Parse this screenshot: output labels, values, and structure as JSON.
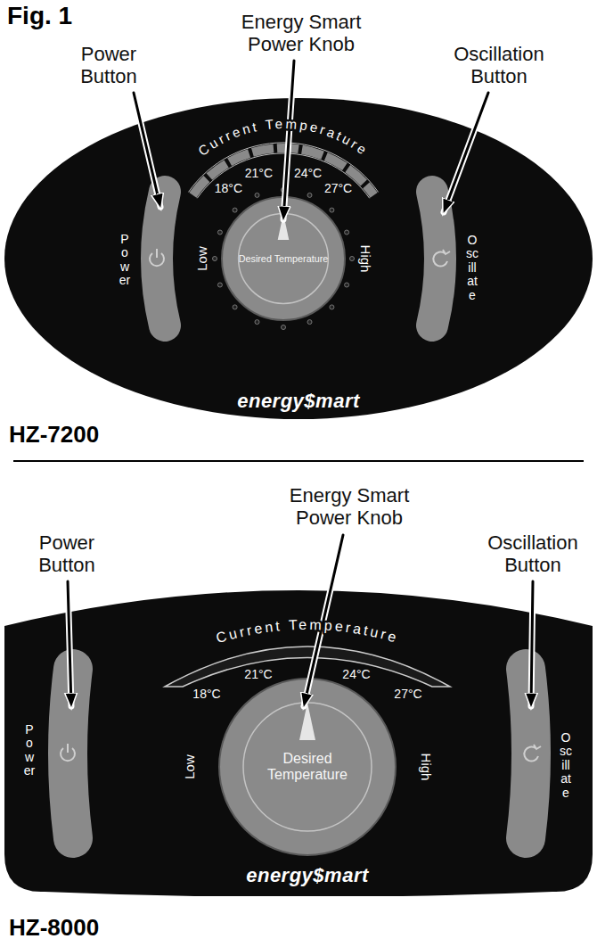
{
  "diagram": {
    "title": "Fig. 1",
    "nodes": [
      {
        "text": [
          "energy$mart"
        ]
      },
      {
        "text": [
          "Desired Temperature"
        ],
        "in": 0
      },
      {
        "text": [
          "energy$mart"
        ]
      },
      {
        "text": [
          "Desired Temperature"
        ],
        "in": 2
      }
    ],
    "labels": [
      "Power Button",
      "Energy Smart Power Knob",
      "Oscillation Button",
      "Current Temperature",
      "18°C",
      "21°C",
      "24°C",
      "27°C",
      "Power",
      "Oscillate",
      "Low",
      "High",
      "HZ-7200",
      "Energy Smart Power Knob",
      "Power Button",
      "Oscillation Button",
      "Current Temperature",
      "18°C",
      "21°C",
      "24°C",
      "27°C",
      "Power",
      "Oscillate",
      "Low",
      "High",
      "HZ-8000"
    ]
  }
}
